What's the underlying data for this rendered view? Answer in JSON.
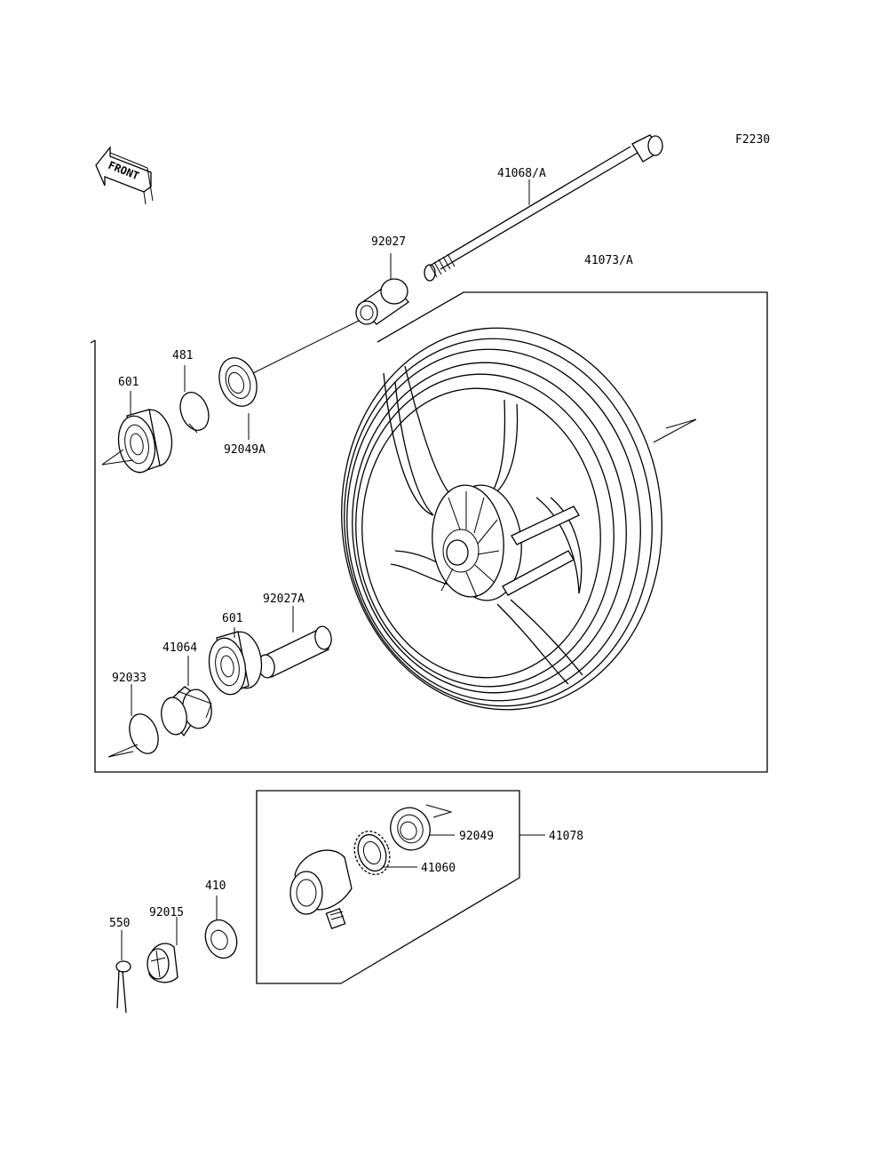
{
  "figure_code": "F2230",
  "front_label": "FRONT",
  "parts": {
    "axle": "41068/A",
    "wheel_assy": "41073/A",
    "collar_top": "92027",
    "circlip_481": "481",
    "bearing_top": "601",
    "seal_top": "92049A",
    "collar_mid": "92027A",
    "bearing_mid": "601",
    "coupling": "41064",
    "circlip_92033": "92033",
    "seal_bottom": "92049",
    "sprocket_gear": "41060",
    "gearbox_assy": "41078",
    "washer": "410",
    "nut": "92015",
    "cotter_pin": "550"
  }
}
